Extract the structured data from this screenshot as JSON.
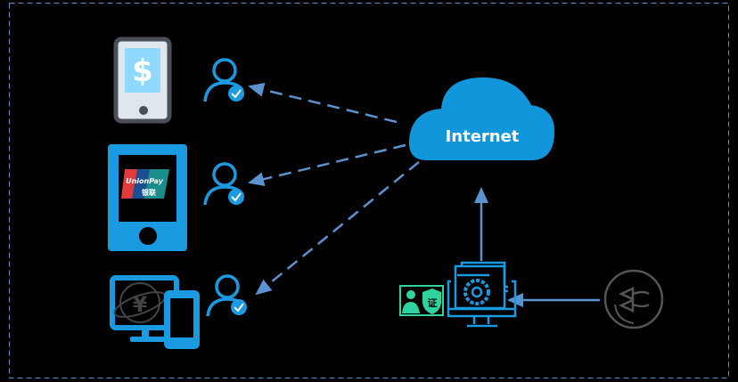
{
  "cloud": {
    "label": "Internet"
  },
  "devices": {
    "mobile_payment_symbol": "$",
    "unionpay": {
      "brand": "UnionPay",
      "brand_cn": "银联"
    },
    "desktop_currency_symbol": "¥"
  },
  "certificate": {
    "badge_text": "证"
  },
  "colors": {
    "primary_blue": "#1a9ae0",
    "arrow_blue": "#5a93d0",
    "cloud_blue": "#1296db",
    "cert_green": "#2fd3a0",
    "gray": "#555555",
    "border_dash": "#5a8fc8"
  }
}
